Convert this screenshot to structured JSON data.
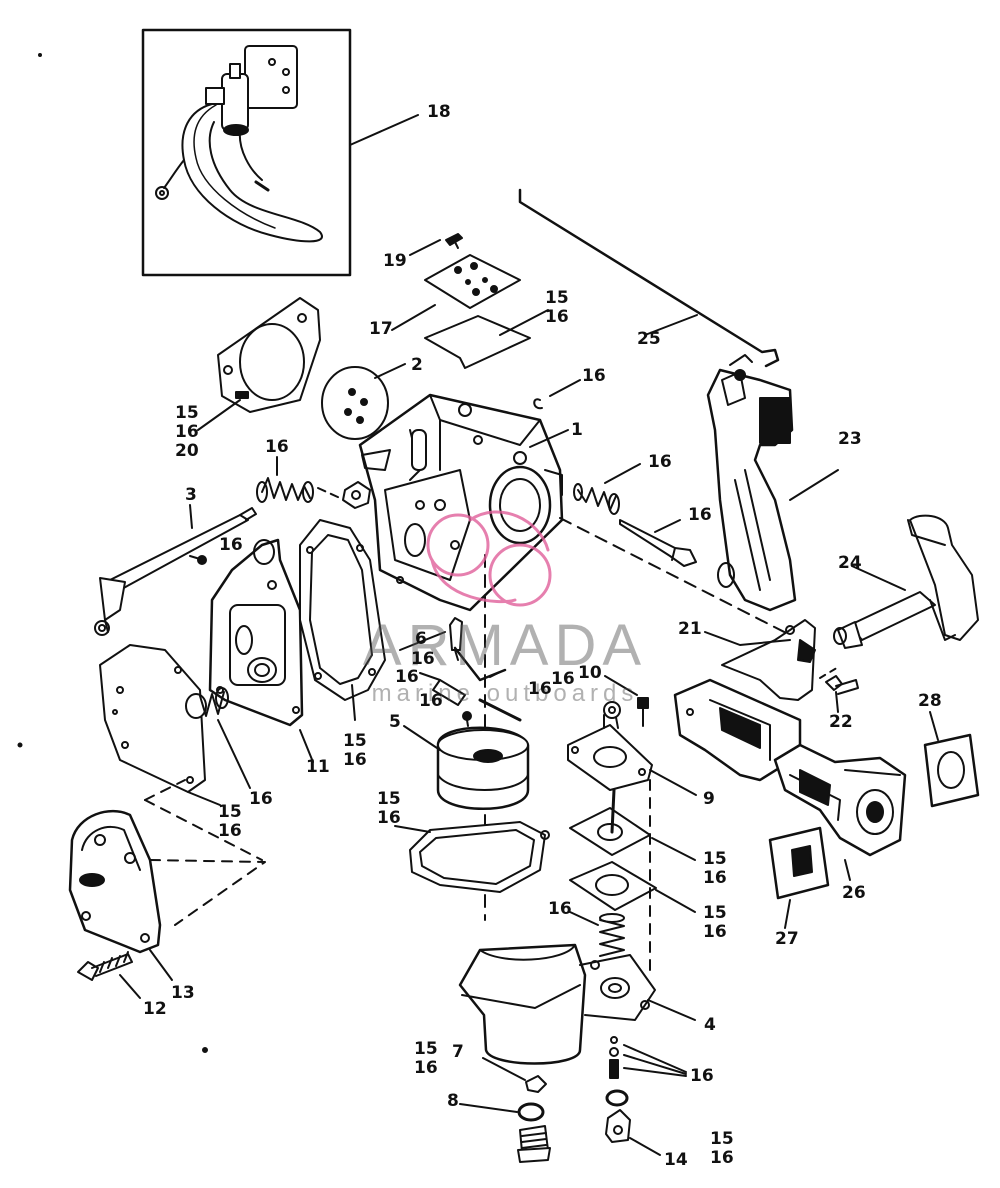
{
  "watermark": {
    "brand": "ARMADA",
    "tagline": "marine outboards",
    "accent_color": "#e0609a"
  },
  "callouts": [
    {
      "id": "c18",
      "lines": [
        "18"
      ]
    },
    {
      "id": "c19",
      "lines": [
        "19"
      ]
    },
    {
      "id": "c17",
      "lines": [
        "17"
      ]
    },
    {
      "id": "c15-16-top",
      "lines": [
        "15",
        "16"
      ]
    },
    {
      "id": "c25",
      "lines": [
        "25"
      ]
    },
    {
      "id": "c2",
      "lines": [
        "2"
      ]
    },
    {
      "id": "c16-a",
      "lines": [
        "16"
      ]
    },
    {
      "id": "c15-16-20",
      "lines": [
        "15",
        "16",
        "20"
      ]
    },
    {
      "id": "c1",
      "lines": [
        "1"
      ]
    },
    {
      "id": "c16-spring-left",
      "lines": [
        "16"
      ]
    },
    {
      "id": "c16-spring-right",
      "lines": [
        "16"
      ]
    },
    {
      "id": "c23",
      "lines": [
        "23"
      ]
    },
    {
      "id": "c3",
      "lines": [
        "3"
      ]
    },
    {
      "id": "c16-screw-right",
      "lines": [
        "16"
      ]
    },
    {
      "id": "c16-lever",
      "lines": [
        "16"
      ]
    },
    {
      "id": "c24",
      "lines": [
        "24"
      ]
    },
    {
      "id": "c21",
      "lines": [
        "21"
      ]
    },
    {
      "id": "c6",
      "lines": [
        "6"
      ]
    },
    {
      "id": "c16-needle",
      "lines": [
        "16"
      ]
    },
    {
      "id": "c16-pin-a",
      "lines": [
        "16"
      ]
    },
    {
      "id": "c16-pin-b",
      "lines": [
        "16"
      ]
    },
    {
      "id": "c16-pin-c",
      "lines": [
        "16"
      ]
    },
    {
      "id": "c16-pin-d",
      "lines": [
        "16"
      ]
    },
    {
      "id": "c10",
      "lines": [
        "10"
      ]
    },
    {
      "id": "c22",
      "lines": [
        "22"
      ]
    },
    {
      "id": "c28",
      "lines": [
        "28"
      ]
    },
    {
      "id": "c5",
      "lines": [
        "5"
      ]
    },
    {
      "id": "c15-16-mid",
      "lines": [
        "15",
        "16"
      ]
    },
    {
      "id": "c11",
      "lines": [
        "11"
      ]
    },
    {
      "id": "c16-spring-cover",
      "lines": [
        "16"
      ]
    },
    {
      "id": "c15-16-cover",
      "lines": [
        "15",
        "16"
      ]
    },
    {
      "id": "c9",
      "lines": [
        "9"
      ]
    },
    {
      "id": "c15-16-bowl",
      "lines": [
        "15",
        "16"
      ]
    },
    {
      "id": "c15-16-diaph-a",
      "lines": [
        "15",
        "16"
      ]
    },
    {
      "id": "c15-16-diaph-b",
      "lines": [
        "15",
        "16"
      ]
    },
    {
      "id": "c16-spring-pump",
      "lines": [
        "16"
      ]
    },
    {
      "id": "c26",
      "lines": [
        "26"
      ]
    },
    {
      "id": "c27",
      "lines": [
        "27"
      ]
    },
    {
      "id": "c13",
      "lines": [
        "13"
      ]
    },
    {
      "id": "c12",
      "lines": [
        "12"
      ]
    },
    {
      "id": "c4",
      "lines": [
        "4"
      ]
    },
    {
      "id": "c15-16-drain",
      "lines": [
        "15",
        "16"
      ]
    },
    {
      "id": "c7",
      "lines": [
        "7"
      ]
    },
    {
      "id": "c16-orings",
      "lines": [
        "16"
      ]
    },
    {
      "id": "c8",
      "lines": [
        "8"
      ]
    },
    {
      "id": "c15-16-plug",
      "lines": [
        "15",
        "16"
      ]
    },
    {
      "id": "c14",
      "lines": [
        "14"
      ]
    }
  ]
}
